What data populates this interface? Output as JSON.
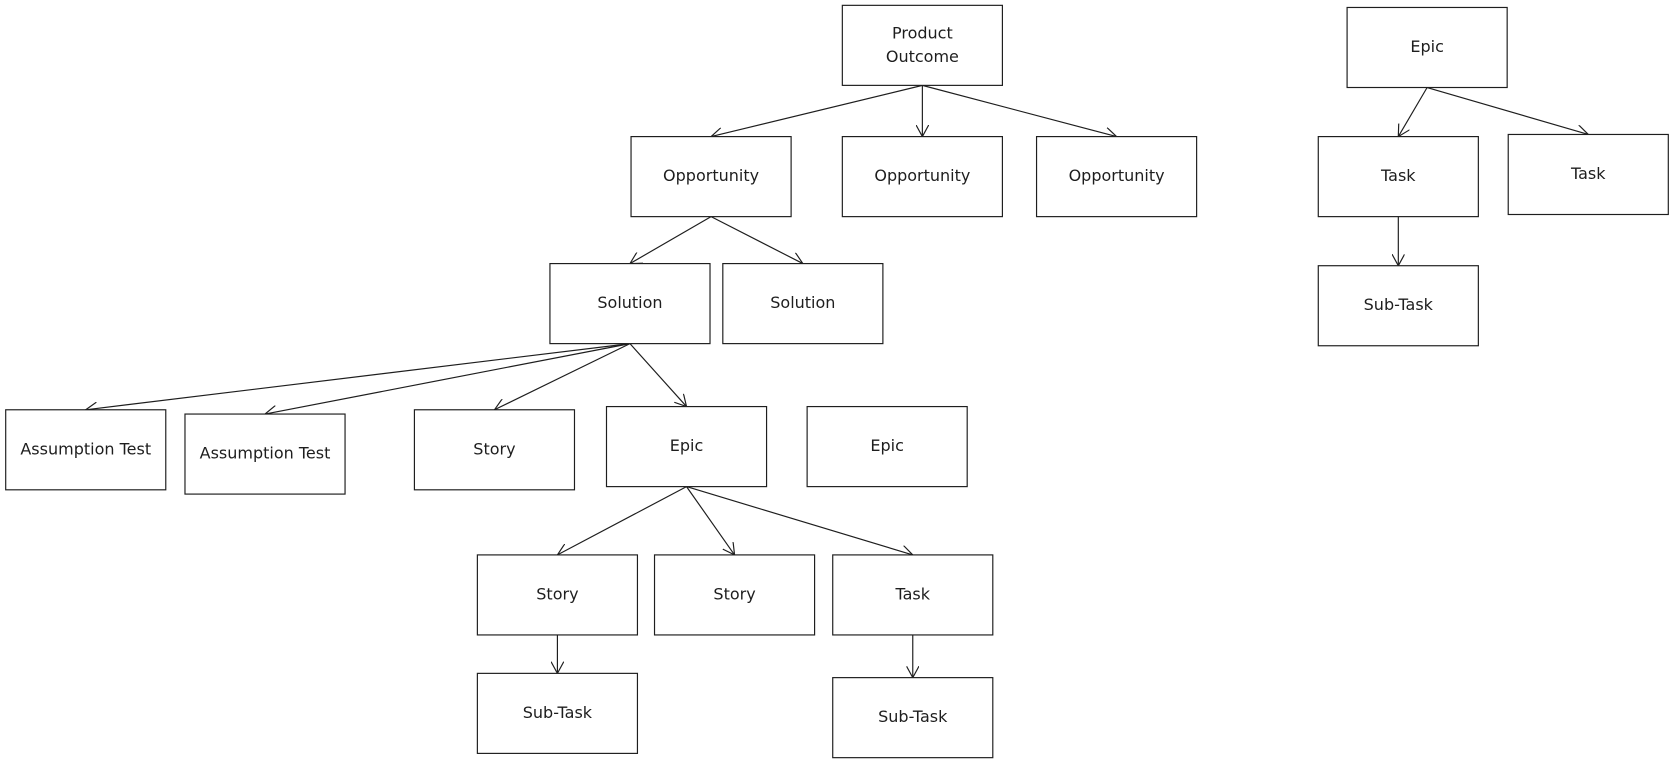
{
  "nodes": [
    {
      "id": "outcome",
      "label": "Product Outcome",
      "lines": [
        "Product",
        "Outcome"
      ]
    },
    {
      "id": "opp1",
      "label": "Opportunity"
    },
    {
      "id": "opp2",
      "label": "Opportunity"
    },
    {
      "id": "opp3",
      "label": "Opportunity"
    },
    {
      "id": "sol1",
      "label": "Solution"
    },
    {
      "id": "sol2",
      "label": "Solution"
    },
    {
      "id": "at1",
      "label": "Assumption Test"
    },
    {
      "id": "at2",
      "label": "Assumption Test"
    },
    {
      "id": "story1",
      "label": "Story"
    },
    {
      "id": "epic1",
      "label": "Epic"
    },
    {
      "id": "epic2",
      "label": "Epic"
    },
    {
      "id": "story2",
      "label": "Story"
    },
    {
      "id": "story3",
      "label": "Story"
    },
    {
      "id": "task1",
      "label": "Task"
    },
    {
      "id": "sub1",
      "label": "Sub-Task"
    },
    {
      "id": "sub2",
      "label": "Sub-Task"
    },
    {
      "id": "epic3",
      "label": "Epic"
    },
    {
      "id": "task2",
      "label": "Task"
    },
    {
      "id": "task3",
      "label": "Task"
    },
    {
      "id": "sub3",
      "label": "Sub-Task"
    }
  ],
  "edges": [
    [
      "outcome",
      "opp1"
    ],
    [
      "outcome",
      "opp2"
    ],
    [
      "outcome",
      "opp3"
    ],
    [
      "opp1",
      "sol1"
    ],
    [
      "opp1",
      "sol2"
    ],
    [
      "sol1",
      "at1"
    ],
    [
      "sol1",
      "at2"
    ],
    [
      "sol1",
      "story1"
    ],
    [
      "sol1",
      "epic1"
    ],
    [
      "epic1",
      "story2"
    ],
    [
      "epic1",
      "story3"
    ],
    [
      "epic1",
      "task1"
    ],
    [
      "story2",
      "sub1"
    ],
    [
      "task1",
      "sub2"
    ],
    [
      "epic3",
      "task2"
    ],
    [
      "epic3",
      "task3"
    ],
    [
      "task2",
      "sub3"
    ]
  ]
}
